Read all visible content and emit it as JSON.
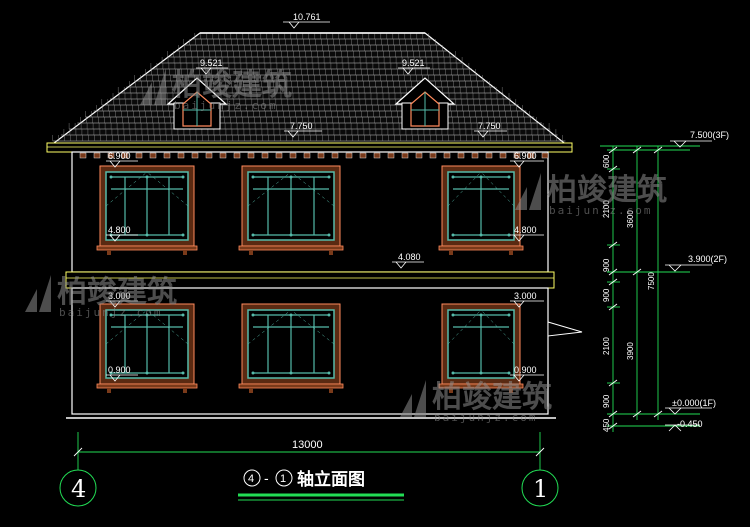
{
  "elevation_marks": {
    "ridge": "10.761",
    "dormer_left": "9.521",
    "dormer_right": "9.521",
    "eave_left": "7.750",
    "eave_right": "7.750",
    "sill2_top_left": "6.900",
    "sill2_top_right": "6.900",
    "win2_bottom_left": "4.800",
    "win2_bottom_right": "4.800",
    "belt": "4.080",
    "win1_top_left": "3.000",
    "win1_top_right": "3.000",
    "win1_bottom_left": "0.900",
    "win1_bottom_right": "0.900"
  },
  "level_marks": {
    "roof_3f": "7.500(3F)",
    "floor_2f": "3.900(2F)",
    "floor_1f": "±0.000(1F)",
    "ground": "-0.450"
  },
  "vertical_dims": {
    "segments": [
      "600",
      "2100",
      "900",
      "900",
      "2100",
      "900",
      "450"
    ],
    "upper_floor": "3600",
    "lower_floor": "3900",
    "total": "7500"
  },
  "horizontal_dims": {
    "total_width": "13000"
  },
  "axes": {
    "left": "4",
    "right": "1"
  },
  "title": {
    "axis_a": "4",
    "dash": "-",
    "axis_b": "1",
    "text": "轴立面图"
  },
  "watermark": {
    "brand": "柏竣建筑",
    "url": "baijunjz.com"
  },
  "colors": {
    "background": "#000000",
    "outline": "#ffffff",
    "yellow": "#ffff66",
    "green": "#22dd55",
    "brown": "#7a3a1a",
    "frame": "#ff8a5c",
    "glass": "#55bbaa",
    "wall": "#ffffff"
  }
}
